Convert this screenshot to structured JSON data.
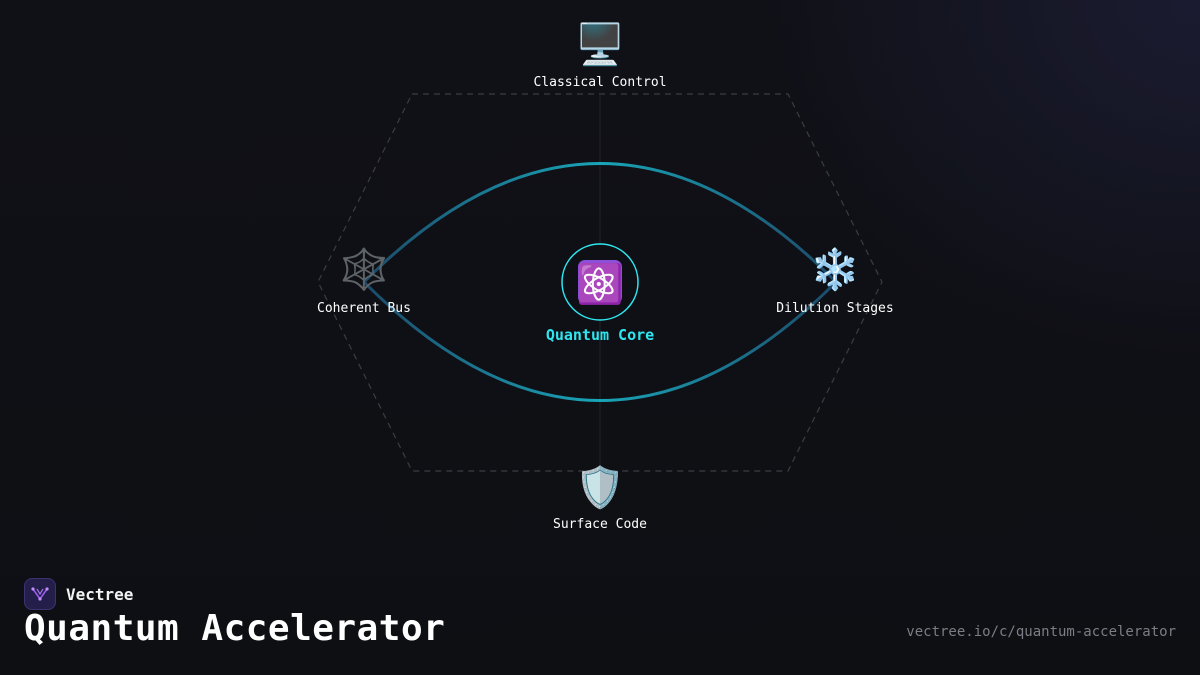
{
  "brand": {
    "name": "Vectree",
    "logo_icon": "vectree-logo-icon"
  },
  "title": "Quantum Accelerator",
  "url": "vectree.io/c/quantum-accelerator",
  "colors": {
    "background": "#0f1015",
    "accent": "#2ee6f0",
    "ring": "#1a9fb4",
    "hexagon_dash": "#3b3d44"
  },
  "diagram": {
    "center": {
      "label": "Quantum Core",
      "icon": "atom-icon",
      "glyph": "⚛️"
    },
    "nodes": [
      {
        "id": "top",
        "label": "Classical Control",
        "icon": "desktop-computer-icon",
        "glyph": "🖥️"
      },
      {
        "id": "left",
        "label": "Coherent Bus",
        "icon": "spider-web-icon",
        "glyph": "🕸️"
      },
      {
        "id": "right",
        "label": "Dilution Stages",
        "icon": "snowflake-icon",
        "glyph": "❄️"
      },
      {
        "id": "bottom",
        "label": "Surface Code",
        "icon": "shield-icon",
        "glyph": "🛡️"
      }
    ]
  }
}
